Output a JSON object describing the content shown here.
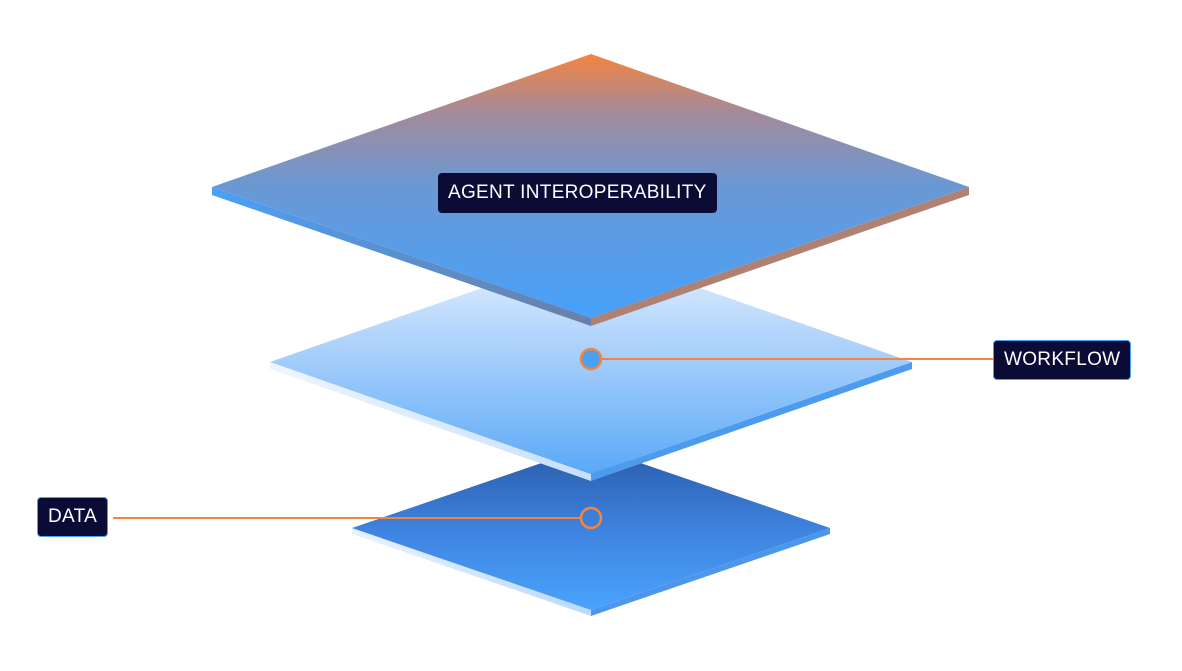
{
  "layers": {
    "top": {
      "label": "AGENT INTEROPERABILITY"
    },
    "middle": {
      "label": "WORKFLOW"
    },
    "bottom": {
      "label": "DATA"
    }
  },
  "colors": {
    "orange_accent": "#f4843f",
    "blue_light": "#4aa0f5",
    "blue_dark": "#2a5aa8",
    "label_bg": "#0b0c36",
    "label_text": "#ffffff"
  }
}
